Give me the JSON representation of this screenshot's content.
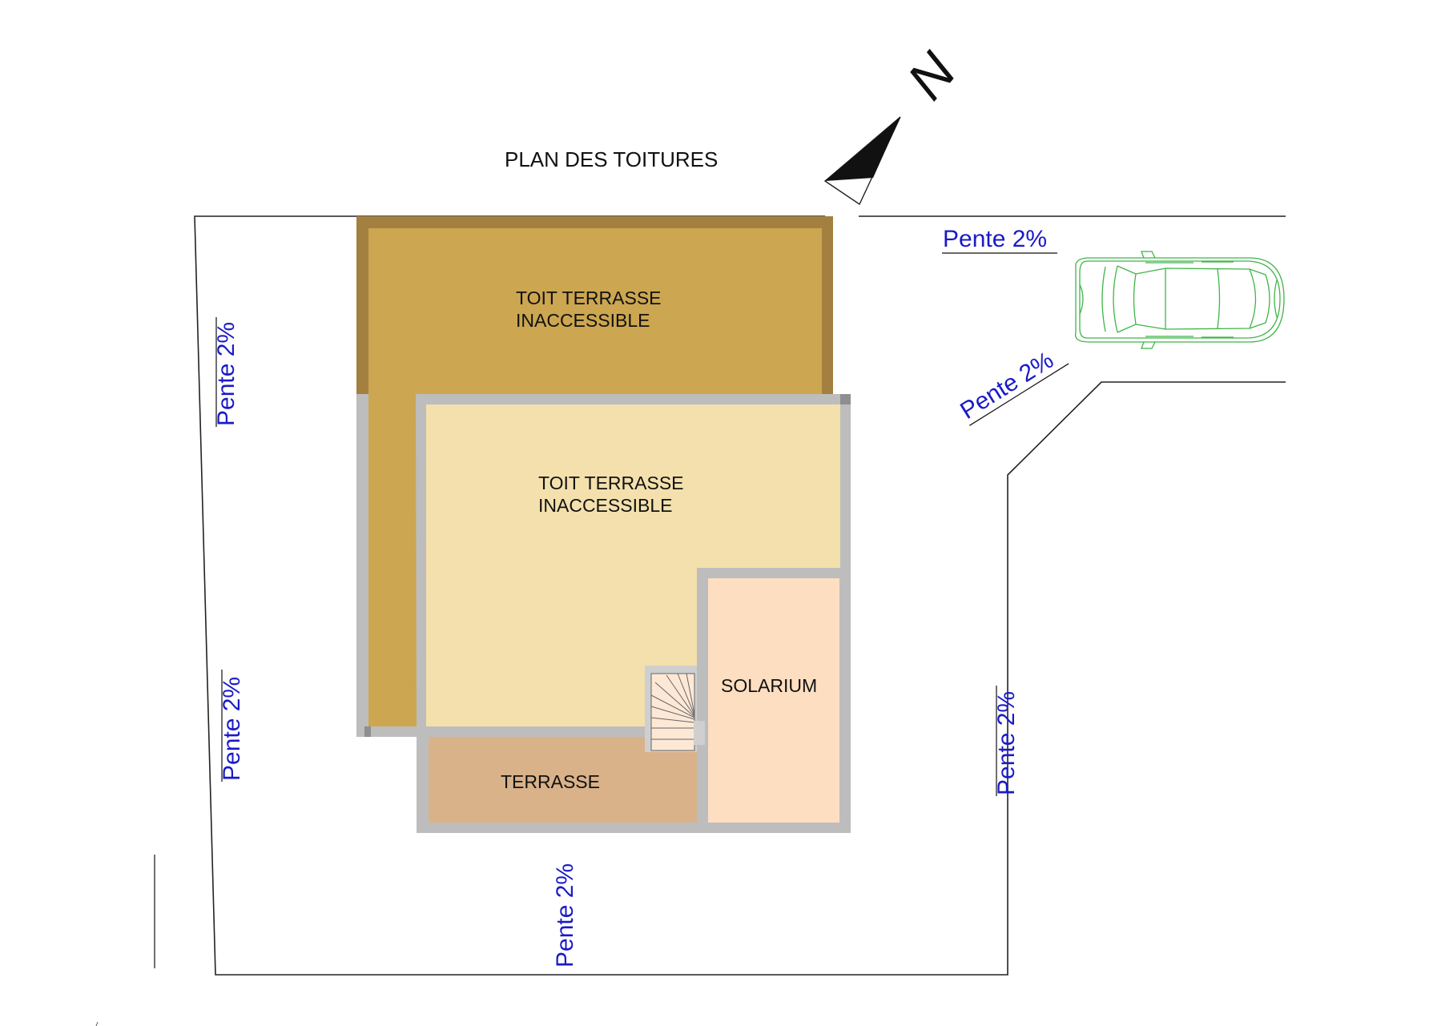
{
  "title": "PLAN DES TOITURES",
  "north_label": "N",
  "zones": {
    "toit_nord_line1": "TOIT TERRASSE",
    "toit_nord_line2": "INACCESSIBLE",
    "toit_centre_line1": "TOIT TERRASSE",
    "toit_centre_line2": "INACCESSIBLE",
    "solarium": "SOLARIUM",
    "terrasse": "TERRASSE"
  },
  "slopes": {
    "top_right": "Pente 2%",
    "diagonal": "Pente 2%",
    "left_upper": "Pente 2%",
    "left_lower": "Pente 2%",
    "bottom": "Pente 2%",
    "right": "Pente 2%"
  },
  "colors": {
    "toit_nord": "#CCA650",
    "toit_nord_edge": "#A48040",
    "toit_centre": "#F3E0AC",
    "solarium": "#FDDEC0",
    "terrasse": "#D9B28A",
    "acrotere": "#BDBDBD",
    "slope_text": "#1A1AC8",
    "car": "#3FB548"
  },
  "icons": {
    "north_arrow": "north-arrow-icon",
    "car": "car-icon",
    "stairs": "stairs-icon"
  }
}
